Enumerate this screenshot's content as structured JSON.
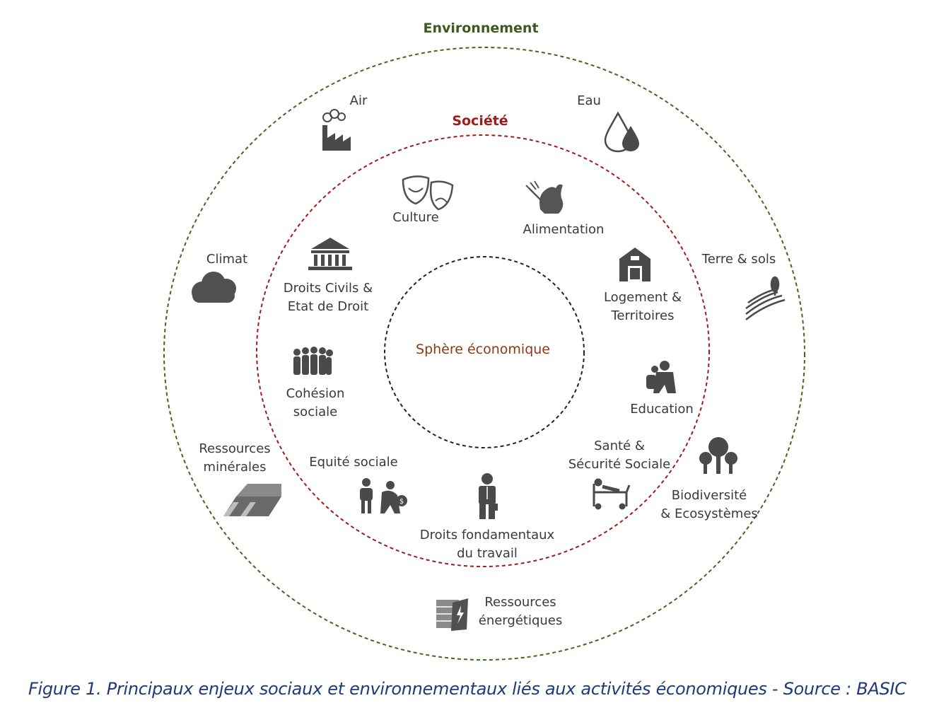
{
  "rings": {
    "environment": {
      "title": "Environnement",
      "color": "#3d6b1e"
    },
    "society": {
      "title": "Société",
      "color": "#a01c1c"
    },
    "economy": {
      "title": "Sphère économique",
      "color": "#222222"
    }
  },
  "environment_items": [
    {
      "lines": [
        "Air"
      ],
      "icon": "factory-icon"
    },
    {
      "lines": [
        "Eau"
      ],
      "icon": "water-drops-icon"
    },
    {
      "lines": [
        "Climat"
      ],
      "icon": "cloud-icon"
    },
    {
      "lines": [
        "Terre & sols"
      ],
      "icon": "field-tree-icon"
    },
    {
      "lines": [
        "Ressources",
        "minérales"
      ],
      "icon": "ingots-icon"
    },
    {
      "lines": [
        "Biodiversité",
        "& Ecosystèmes"
      ],
      "icon": "trees-icon"
    },
    {
      "lines": [
        "Ressources",
        "énergétiques"
      ],
      "icon": "battery-icon"
    }
  ],
  "society_items": [
    {
      "lines": [
        "Culture"
      ],
      "icon": "theater-masks-icon"
    },
    {
      "lines": [
        "Alimentation"
      ],
      "icon": "rooster-fork-icon"
    },
    {
      "lines": [
        "Droits Civils &",
        "Etat de Droit"
      ],
      "icon": "courthouse-icon"
    },
    {
      "lines": [
        "Logement &",
        "Territoires"
      ],
      "icon": "barn-icon"
    },
    {
      "lines": [
        "Cohésion",
        "sociale"
      ],
      "icon": "group-people-icon"
    },
    {
      "lines": [
        "Education"
      ],
      "icon": "teacher-student-icon"
    },
    {
      "lines": [
        "Equité sociale"
      ],
      "icon": "people-money-icon"
    },
    {
      "lines": [
        "Santé &",
        "Sécurité Sociale"
      ],
      "icon": "hospital-bed-icon"
    },
    {
      "lines": [
        "Droits fondamentaux",
        "du travail"
      ],
      "icon": "worker-icon"
    }
  ],
  "caption": "Figure 1.  Principaux enjeux sociaux et environnementaux liés aux activités économiques - Source : BASIC"
}
